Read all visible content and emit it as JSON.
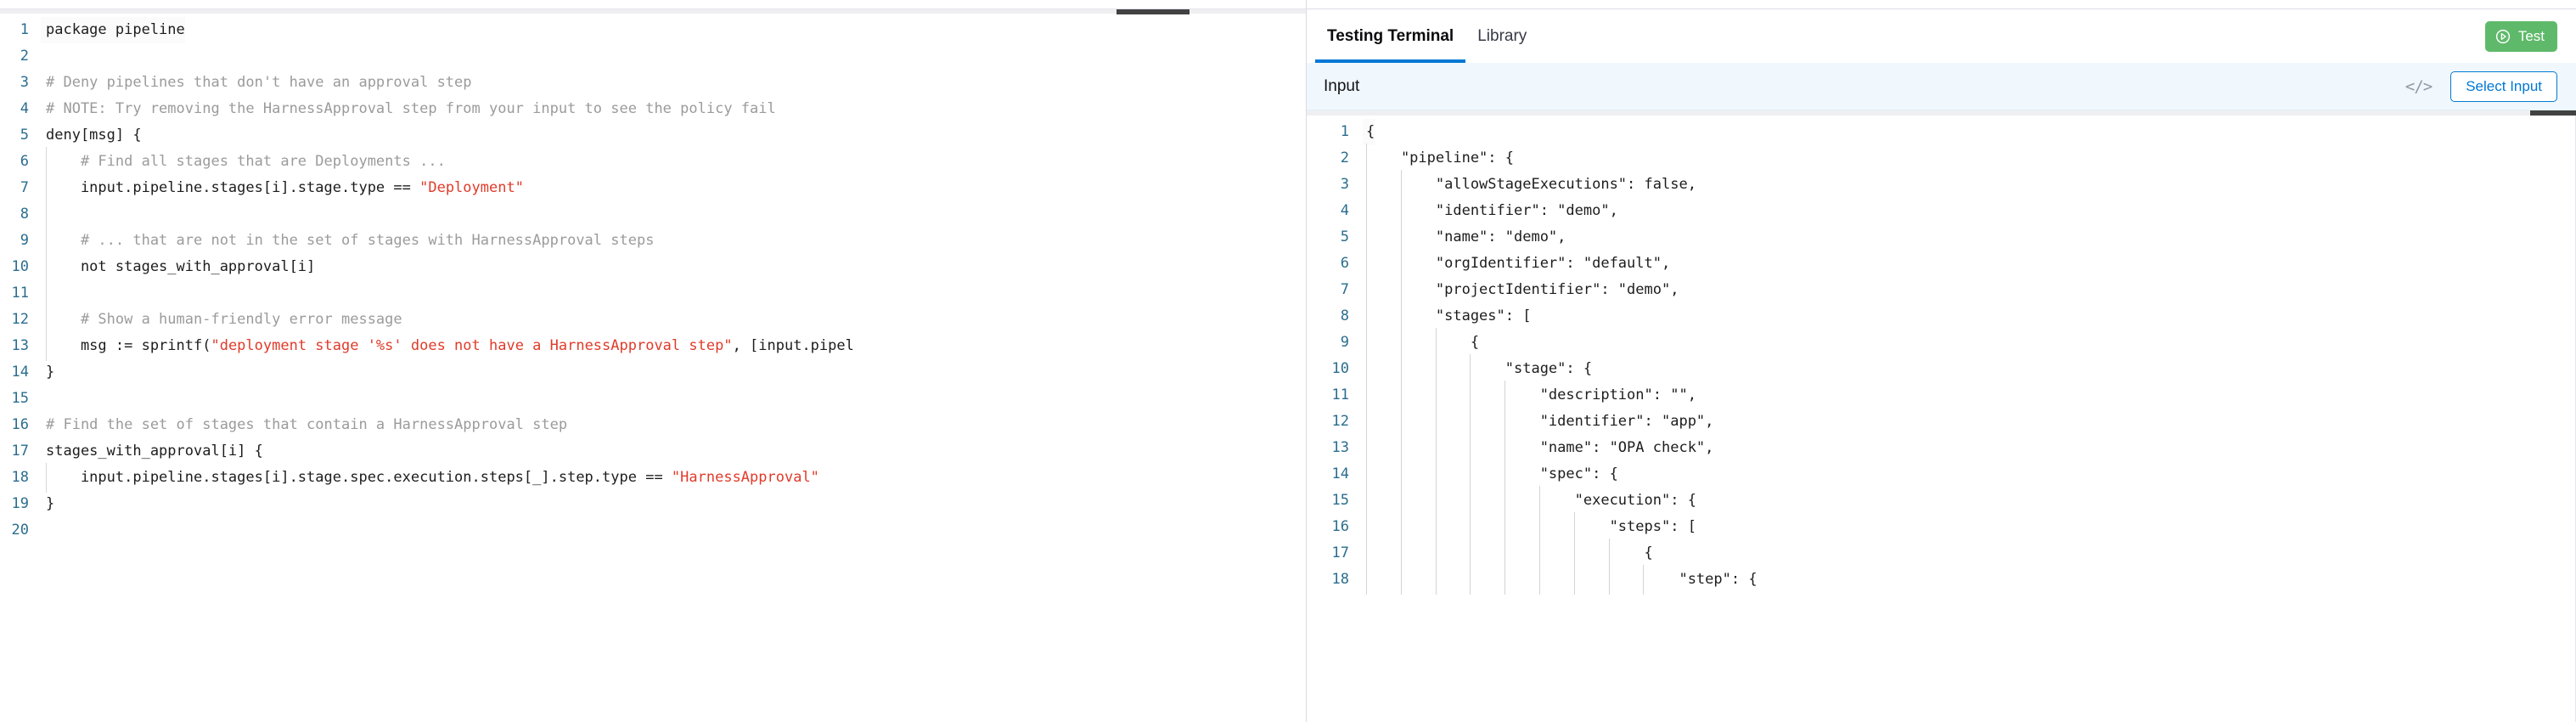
{
  "policy_editor": {
    "name": "rego-policy-editor",
    "language": "rego",
    "collapse_icon": "minimize-icon",
    "lines": [
      {
        "n": "1",
        "segments": [
          {
            "t": "package pipeline",
            "k": "plain"
          }
        ],
        "guide": false
      },
      {
        "n": "2",
        "segments": [
          {
            "t": "",
            "k": "plain"
          }
        ],
        "guide": false
      },
      {
        "n": "3",
        "segments": [
          {
            "t": "# Deny pipelines that don't have an approval step",
            "k": "comment"
          }
        ],
        "guide": false
      },
      {
        "n": "4",
        "segments": [
          {
            "t": "# NOTE: Try removing the HarnessApproval step from your input to see the policy fail",
            "k": "comment"
          }
        ],
        "guide": false
      },
      {
        "n": "5",
        "segments": [
          {
            "t": "deny[msg] {",
            "k": "plain"
          }
        ],
        "guide": false
      },
      {
        "n": "6",
        "segments": [
          {
            "t": "    # Find all stages that are Deployments ...",
            "k": "comment"
          }
        ],
        "guide": true
      },
      {
        "n": "7",
        "segments": [
          {
            "t": "    input.pipeline.stages[i].stage.type == ",
            "k": "plain"
          },
          {
            "t": "\"Deployment\"",
            "k": "string"
          }
        ],
        "guide": true
      },
      {
        "n": "8",
        "segments": [
          {
            "t": "",
            "k": "plain"
          }
        ],
        "guide": true
      },
      {
        "n": "9",
        "segments": [
          {
            "t": "    # ... that are not in the set of stages with HarnessApproval steps",
            "k": "comment"
          }
        ],
        "guide": true
      },
      {
        "n": "10",
        "segments": [
          {
            "t": "    not stages_with_approval[i]",
            "k": "plain"
          }
        ],
        "guide": true
      },
      {
        "n": "11",
        "segments": [
          {
            "t": "",
            "k": "plain"
          }
        ],
        "guide": true
      },
      {
        "n": "12",
        "segments": [
          {
            "t": "    # Show a human-friendly error message",
            "k": "comment"
          }
        ],
        "guide": true
      },
      {
        "n": "13",
        "segments": [
          {
            "t": "    msg := sprintf(",
            "k": "plain"
          },
          {
            "t": "\"deployment stage '%s' does not have a HarnessApproval step\"",
            "k": "string"
          },
          {
            "t": ", [input.pipel",
            "k": "plain"
          }
        ],
        "guide": true
      },
      {
        "n": "14",
        "segments": [
          {
            "t": "}",
            "k": "plain"
          }
        ],
        "guide": false
      },
      {
        "n": "15",
        "segments": [
          {
            "t": "",
            "k": "plain"
          }
        ],
        "guide": false
      },
      {
        "n": "16",
        "segments": [
          {
            "t": "# Find the set of stages that contain a HarnessApproval step",
            "k": "comment"
          }
        ],
        "guide": false
      },
      {
        "n": "17",
        "segments": [
          {
            "t": "stages_with_approval[i] {",
            "k": "plain"
          }
        ],
        "guide": false
      },
      {
        "n": "18",
        "segments": [
          {
            "t": "    input.pipeline.stages[i].stage.spec.execution.steps[_].step.type == ",
            "k": "plain"
          },
          {
            "t": "\"HarnessApproval\"",
            "k": "string"
          }
        ],
        "guide": true
      },
      {
        "n": "19",
        "segments": [
          {
            "t": "}",
            "k": "plain"
          }
        ],
        "guide": false
      },
      {
        "n": "20",
        "segments": [
          {
            "t": "",
            "k": "plain"
          }
        ],
        "guide": false
      }
    ]
  },
  "terminal": {
    "tabs": [
      {
        "label": "Testing Terminal",
        "active": true,
        "name": "tab-testing-terminal"
      },
      {
        "label": "Library",
        "active": false,
        "name": "tab-library"
      }
    ],
    "test_button": {
      "label": "Test",
      "icon": "play-circle-icon",
      "color": "#5fb96a"
    },
    "input_bar": {
      "title": "Input",
      "code_icon": "code-brackets-icon",
      "code_icon_glyph": "</>",
      "select_input_label": "Select Input",
      "accent_color": "#0278d5",
      "background": "#f0f8fd"
    },
    "input_editor": {
      "name": "json-input-editor",
      "language": "json",
      "lines": [
        {
          "n": "1",
          "text": "{",
          "depth": 0
        },
        {
          "n": "2",
          "text": "    \"pipeline\": {",
          "depth": 1
        },
        {
          "n": "3",
          "text": "        \"allowStageExecutions\": false,",
          "depth": 2
        },
        {
          "n": "4",
          "text": "        \"identifier\": \"demo\",",
          "depth": 2
        },
        {
          "n": "5",
          "text": "        \"name\": \"demo\",",
          "depth": 2
        },
        {
          "n": "6",
          "text": "        \"orgIdentifier\": \"default\",",
          "depth": 2
        },
        {
          "n": "7",
          "text": "        \"projectIdentifier\": \"demo\",",
          "depth": 2
        },
        {
          "n": "8",
          "text": "        \"stages\": [",
          "depth": 2
        },
        {
          "n": "9",
          "text": "            {",
          "depth": 3
        },
        {
          "n": "10",
          "text": "                \"stage\": {",
          "depth": 4
        },
        {
          "n": "11",
          "text": "                    \"description\": \"\",",
          "depth": 5
        },
        {
          "n": "12",
          "text": "                    \"identifier\": \"app\",",
          "depth": 5
        },
        {
          "n": "13",
          "text": "                    \"name\": \"OPA check\",",
          "depth": 5
        },
        {
          "n": "14",
          "text": "                    \"spec\": {",
          "depth": 5
        },
        {
          "n": "15",
          "text": "                        \"execution\": {",
          "depth": 6
        },
        {
          "n": "16",
          "text": "                            \"steps\": [",
          "depth": 7
        },
        {
          "n": "17",
          "text": "                                {",
          "depth": 8
        },
        {
          "n": "18",
          "text": "                                    \"step\": {",
          "depth": 9
        }
      ]
    }
  }
}
